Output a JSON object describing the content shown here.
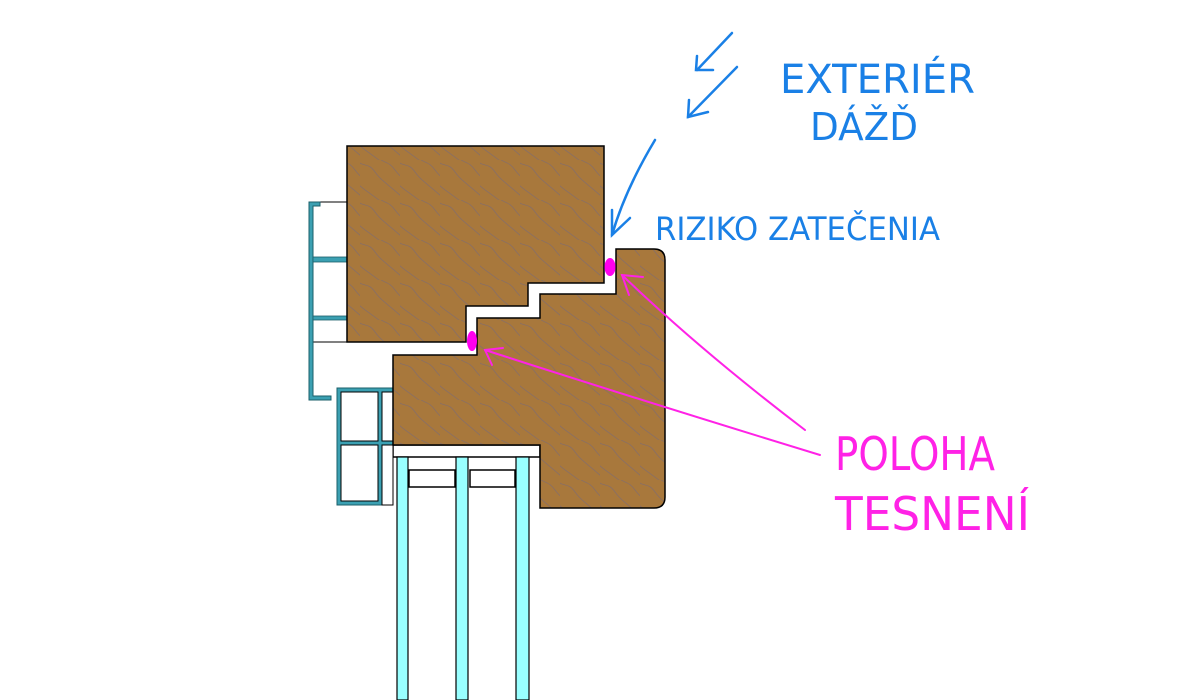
{
  "annotations": {
    "exterior": "EXTERIÉR",
    "rain": "DÁŽĎ",
    "leak_risk": "RIZIKO ZATEČENIA",
    "seal_position_line1": "POLOHA",
    "seal_position_line2": "TESNENÍ"
  },
  "colors": {
    "wood": "#a8783c",
    "wood_grain": "#7a6a78",
    "aluminium": "#3ba0b2",
    "glass": "#99ffff",
    "seal": "#ff00ee",
    "annotation_blue": "#1a80e6",
    "annotation_magenta": "#ff22e6"
  }
}
